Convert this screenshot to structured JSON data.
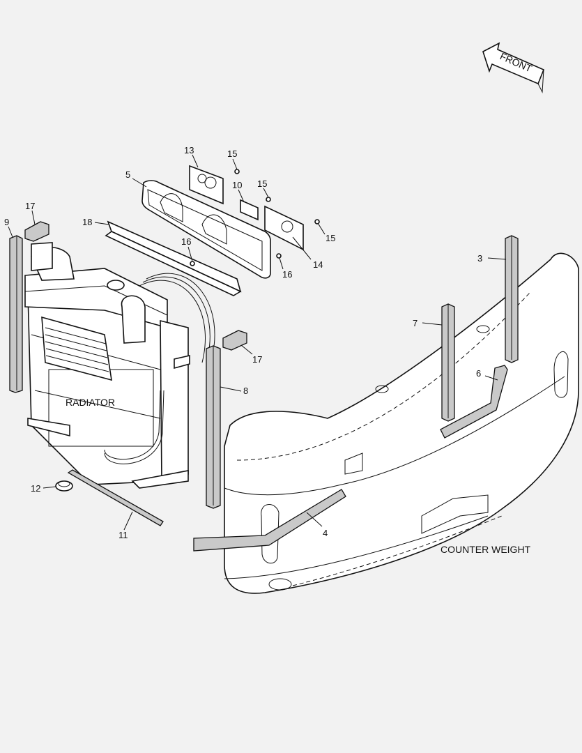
{
  "direction_label": "FRONT",
  "labels": {
    "radiator": "RADIATOR",
    "counter_weight": "COUNTER WEIGHT"
  },
  "callouts": {
    "c13": "13",
    "c15a": "15",
    "c5": "5",
    "c10": "10",
    "c15b": "15",
    "c17a": "17",
    "c9": "9",
    "c18": "18",
    "c16a": "16",
    "c15c": "15",
    "c14": "14",
    "c16b": "16",
    "c3": "3",
    "c7": "7",
    "c17b": "17",
    "c6": "6",
    "c8": "8",
    "c12": "12",
    "c11": "11",
    "c4": "4"
  }
}
